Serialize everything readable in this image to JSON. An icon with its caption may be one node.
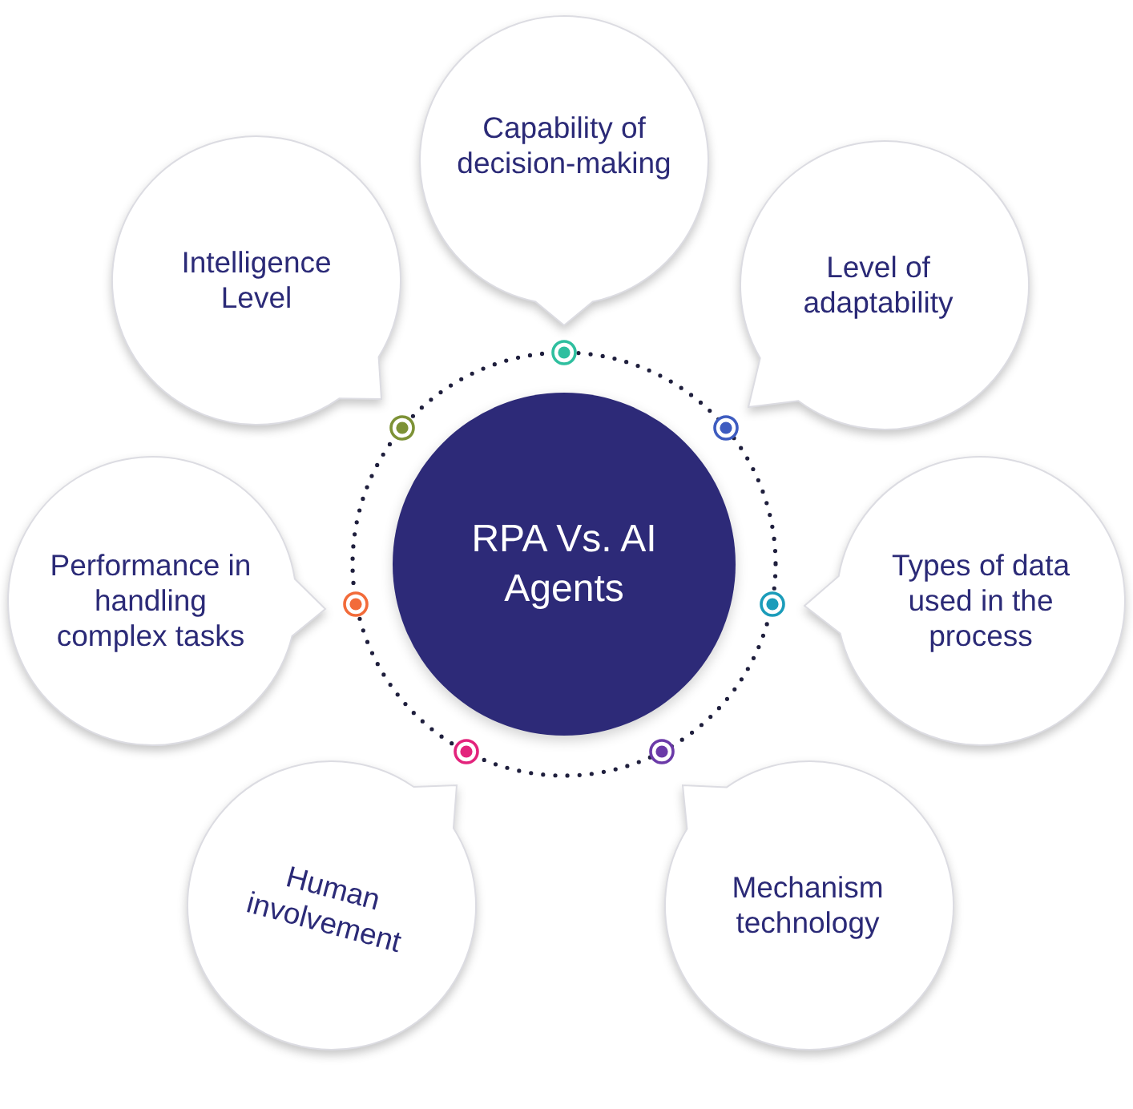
{
  "diagram": {
    "nodes": [
      {
        "text": [
          "RPA Vs. AI Agents"
        ]
      },
      {
        "text": [
          "Capability of decision-making"
        ]
      },
      {
        "text": [
          "Level of adaptability"
        ]
      },
      {
        "text": [
          "Types of data used in the process"
        ]
      },
      {
        "text": [
          "Mechanism technology"
        ]
      },
      {
        "text": [
          "Human involvement"
        ]
      },
      {
        "text": [
          "Performance in handling complex tasks"
        ]
      },
      {
        "text": [
          "Intelligence Level"
        ]
      }
    ]
  }
}
